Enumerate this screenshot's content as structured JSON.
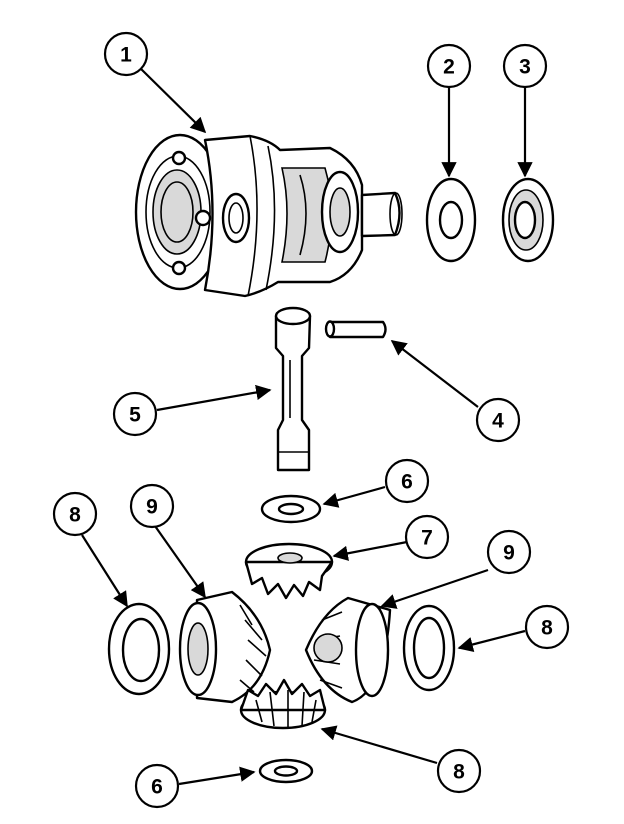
{
  "callouts": [
    {
      "id": "c1",
      "label": "1"
    },
    {
      "id": "c2",
      "label": "2"
    },
    {
      "id": "c3",
      "label": "3"
    },
    {
      "id": "c4",
      "label": "4"
    },
    {
      "id": "c5",
      "label": "5"
    },
    {
      "id": "c6a",
      "label": "6"
    },
    {
      "id": "c7",
      "label": "7"
    },
    {
      "id": "c8a",
      "label": "8"
    },
    {
      "id": "c9a",
      "label": "9"
    },
    {
      "id": "c9b",
      "label": "9"
    },
    {
      "id": "c8b",
      "label": "8"
    },
    {
      "id": "c8c",
      "label": "8"
    },
    {
      "id": "c6b",
      "label": "6"
    }
  ],
  "colors": {
    "line": "#000000",
    "background": "#ffffff",
    "shade": "#d9d9d9"
  }
}
